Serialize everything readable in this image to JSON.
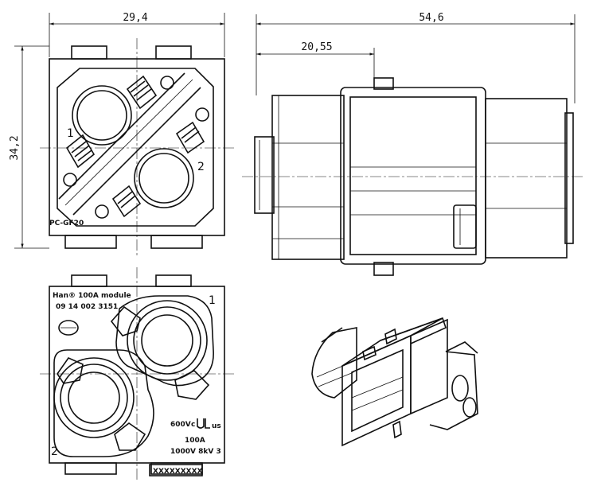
{
  "dimensions": {
    "width_top": "29,4",
    "length_total": "54,6",
    "length_partial": "20,55",
    "height_left": "34,2"
  },
  "front_view": {
    "contact_1": "1",
    "contact_2": "2",
    "material": "PC-GF20"
  },
  "rear_view": {
    "title_line1": "Han® 100A module",
    "title_line2": "09 14 002 3151",
    "contact_1": "1",
    "contact_2": "2",
    "rating_ul": "600V",
    "ul_mark": "c",
    "ul_us": "us",
    "current": "100A",
    "rating_iec": "1000V 8kV 3",
    "serial_box": "XXXXXXXXX"
  }
}
